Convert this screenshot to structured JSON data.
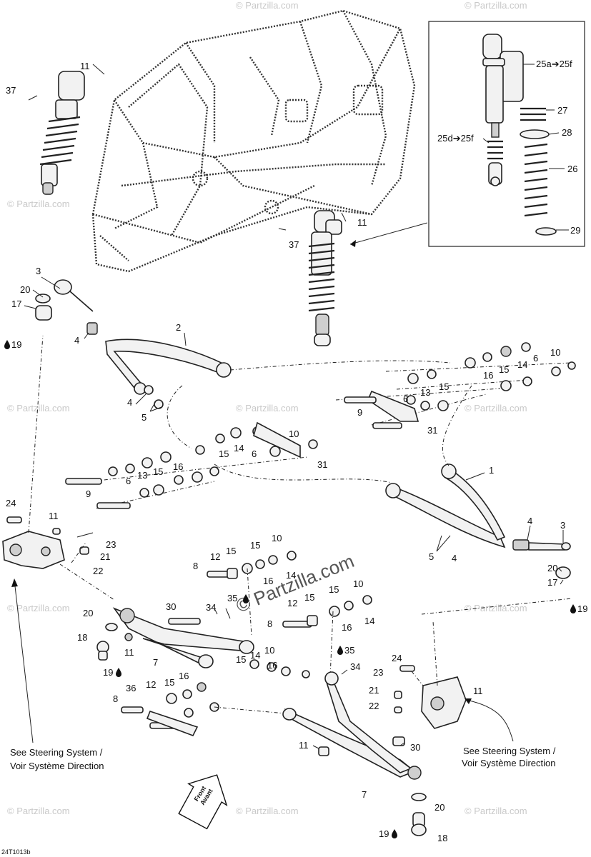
{
  "diagram": {
    "code": "24T1013b",
    "watermark_main": "© Partzilla.com",
    "watermark_small": "© Partzilla.com",
    "front_arrow": {
      "line1": "Front",
      "line2": "Avant"
    },
    "notes": {
      "left": {
        "line1": "See Steering System /",
        "line2": "Voir Système Direction"
      },
      "right": {
        "line1": "See Steering System /",
        "line2": "Voir Système Direction"
      }
    },
    "drop_icon": "oil-drop-icon",
    "callouts": {
      "c1": "1",
      "c2": "2",
      "c3a": "3",
      "c3b": "3",
      "c4a": "4",
      "c4b": "4",
      "c4c": "4",
      "c4d": "4",
      "c5a": "5",
      "c5b": "5",
      "c6a": "6",
      "c6b": "6",
      "c6c": "6",
      "c6d": "6",
      "c7a": "7",
      "c7b": "7",
      "c8a": "8",
      "c8b": "8",
      "c8c": "8",
      "c9a": "9",
      "c9b": "9",
      "c10a": "10",
      "c10b": "10",
      "c10c": "10",
      "c10d": "10",
      "c10e": "10",
      "c11a": "11",
      "c11b": "11",
      "c11c": "11",
      "c11d": "11",
      "c11e": "11",
      "c11f": "11",
      "c12a": "12",
      "c12b": "12",
      "c12c": "12",
      "c13a": "13",
      "c13b": "13",
      "c14a": "14",
      "c14b": "14",
      "c14c": "14",
      "c14d": "14",
      "c15a": "15",
      "c15b": "15",
      "c15c": "15",
      "c15d": "15",
      "c15e": "15",
      "c15f": "15",
      "c15g": "15",
      "c15h": "15",
      "c15i": "15",
      "c16a": "16",
      "c16b": "16",
      "c16c": "16",
      "c16d": "16",
      "c16e": "16",
      "c16f": "16",
      "c17a": "17",
      "c17b": "17",
      "c18a": "18",
      "c18b": "18",
      "c19a": "19",
      "c19b": "19",
      "c19c": "19",
      "c19d": "19",
      "c20a": "20",
      "c20b": "20",
      "c20c": "20",
      "c20d": "20",
      "c21a": "21",
      "c21b": "21",
      "c22a": "22",
      "c22b": "22",
      "c23a": "23",
      "c23b": "23",
      "c24a": "24",
      "c24b": "24",
      "c25a": "25a➔25f",
      "c25d": "25d➔25f",
      "c26": "26",
      "c27": "27",
      "c28": "28",
      "c29": "29",
      "c30a": "30",
      "c30b": "30",
      "c31a": "31",
      "c31b": "31",
      "c34a": "34",
      "c34b": "34",
      "c35a": "35",
      "c35b": "35",
      "c36": "36",
      "c37a": "37",
      "c37b": "37"
    }
  }
}
